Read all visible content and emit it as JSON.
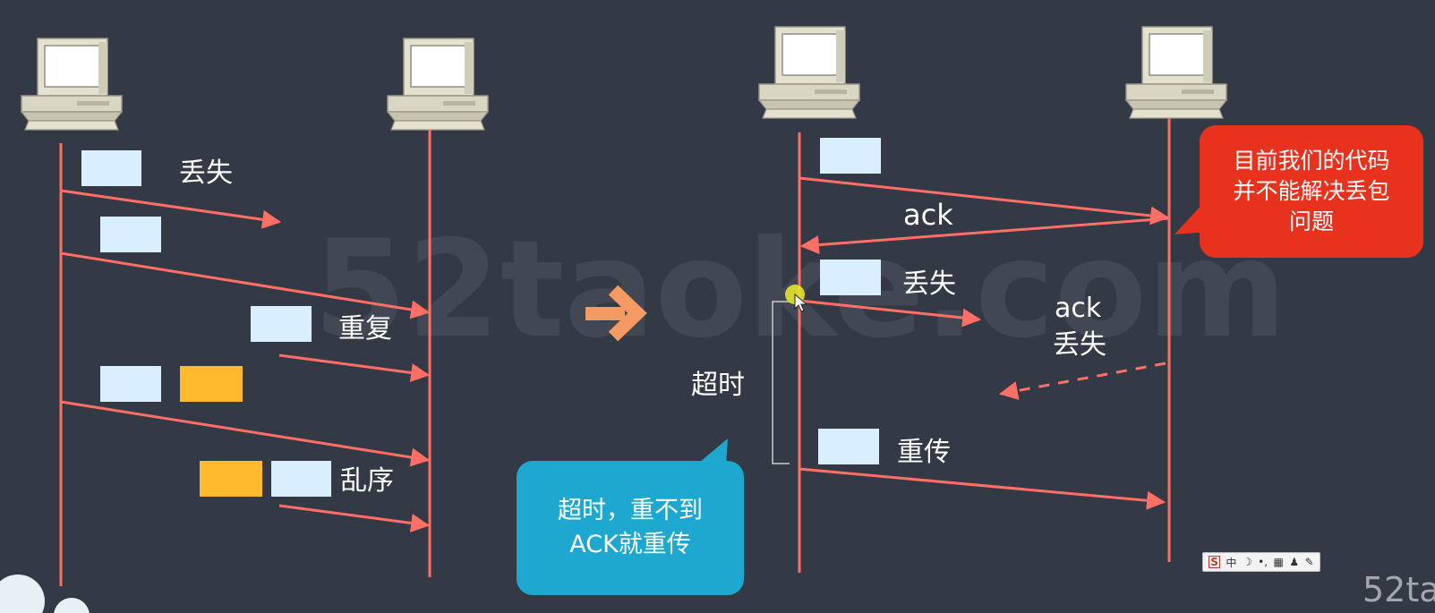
{
  "watermark": "52taoke.com",
  "corner_watermark": "52ta",
  "left_diagram": {
    "labels": {
      "lost": "丢失",
      "duplicate": "重复",
      "out_of_order": "乱序"
    }
  },
  "right_diagram": {
    "labels": {
      "ack": "ack",
      "lost": "丢失",
      "ack_lost_line1": "ack",
      "ack_lost_line2": "丢失",
      "timeout": "超时",
      "retransmit": "重传"
    }
  },
  "callout_red": {
    "lines": [
      "目前我们的代码",
      "并不能解决丢包",
      "问题"
    ]
  },
  "callout_blue": {
    "lines": [
      "超时，重不到",
      "ACK就重传"
    ]
  },
  "toolbar": {
    "s_label": "S",
    "zhong_label": "中",
    "items": [
      "☽",
      "•,",
      "▦",
      "♟",
      "✎"
    ]
  },
  "colors": {
    "background": "#333a46",
    "line": "#ff6f66",
    "packet_blue": "#d9efff",
    "packet_orange": "#ffbb2c",
    "arrow_orange": "#f59a62",
    "callout_red": "#e8321e",
    "callout_blue": "#1ea8cf",
    "cursor": "#e6e22a"
  }
}
